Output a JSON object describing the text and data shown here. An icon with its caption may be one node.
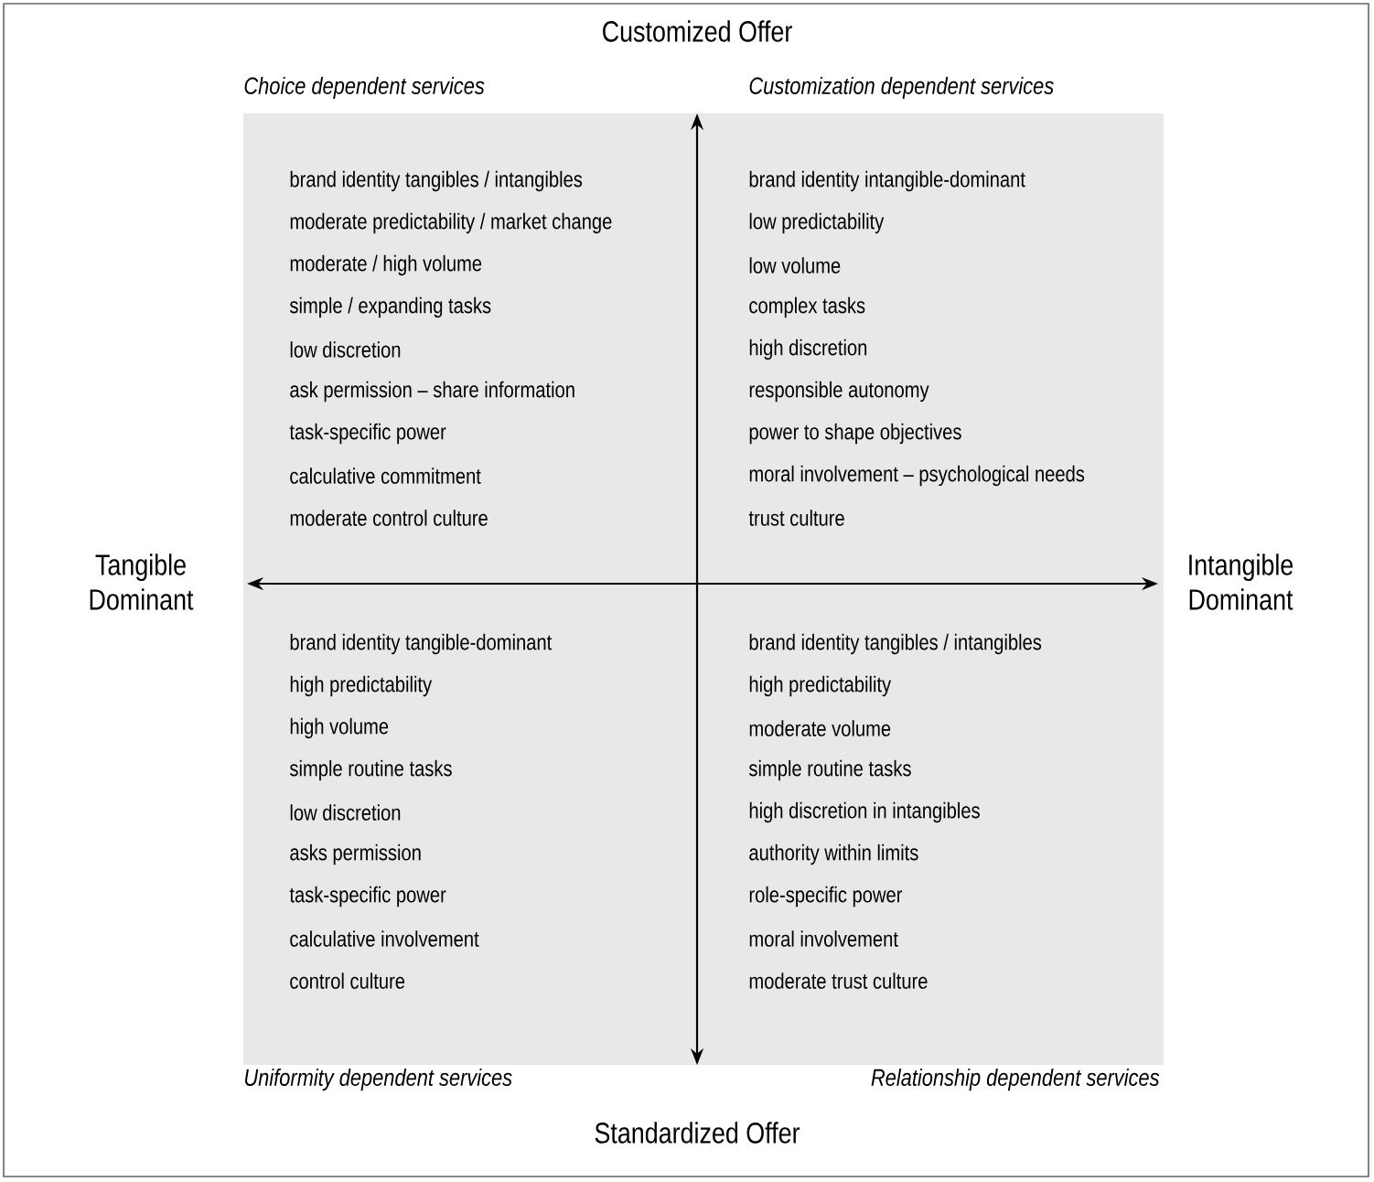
{
  "diagram": {
    "labels": [
      "Customized Offer",
      "Choice dependent services",
      "Customization dependent services",
      "brand identity tangibles / intangibles",
      "moderate predictability / market change",
      "moderate / high volume",
      "simple / expanding tasks",
      "low discretion",
      "ask permission – share information",
      "task-specific power",
      "calculative commitment",
      "moderate control culture",
      "brand identity intangible-dominant",
      "low predictability",
      "low volume",
      "complex tasks",
      "high discretion",
      "responsible autonomy",
      "power to shape objectives",
      "moral involvement – psychological needs",
      "trust culture",
      "Tangible Dominant",
      "Intangible Dominant",
      "brand identity tangible-dominant",
      "high predictability",
      "high volume",
      "simple routine tasks",
      "low discretion",
      "asks permission",
      "task-specific power",
      "calculative involvement",
      "control culture",
      "brand identity tangibles / intangibles",
      "high predictability",
      "moderate volume",
      "simple routine tasks",
      "high discretion in intangibles",
      "authority within limits",
      "role-specific power",
      "moral involvement",
      "moderate trust culture",
      "Uniformity dependent services",
      "Relationship dependent services",
      "Standardized Offer"
    ]
  }
}
